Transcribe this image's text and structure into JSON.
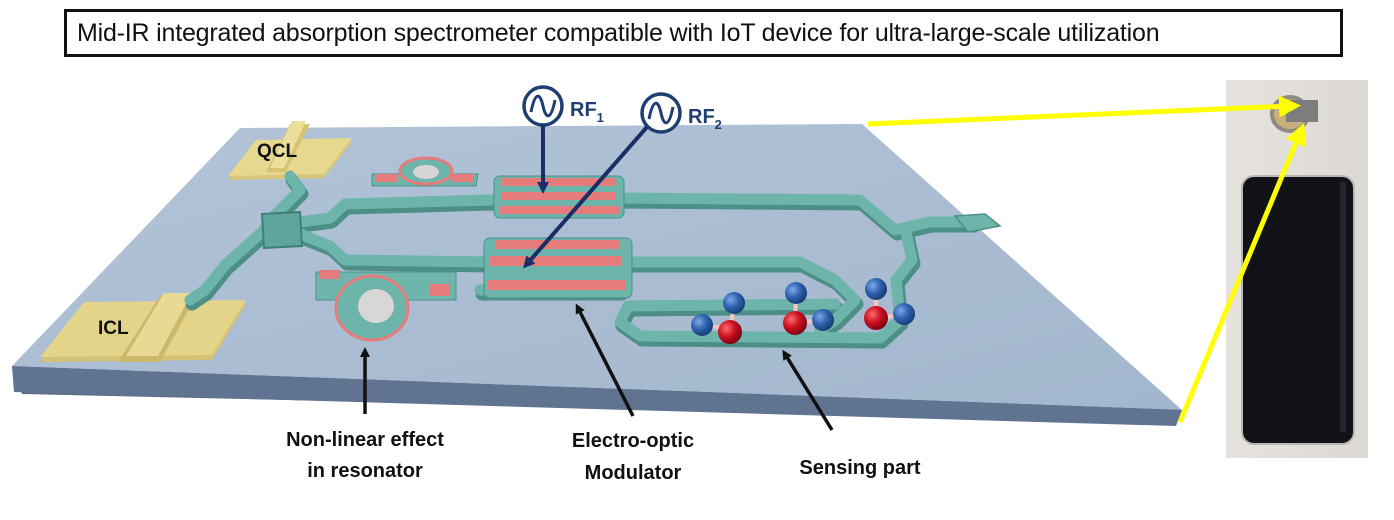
{
  "title": "Mid-IR integrated absorption spectrometer compatible with IoT device for ultra-large-scale utilization",
  "sources": {
    "qcl_label": "QCL",
    "icl_label": "ICL"
  },
  "rf_sources": [
    {
      "label": "RF",
      "subscript": "1",
      "icon": "sine-wave-source-icon"
    },
    {
      "label": "RF",
      "subscript": "2",
      "icon": "sine-wave-source-icon"
    }
  ],
  "annotations": {
    "resonator_line1": "Non-linear effect",
    "resonator_line2": "in resonator",
    "modulator_line1": "Electro-optic",
    "modulator_line2": "Modulator",
    "sensing": "Sensing part"
  },
  "molecules_count": 3,
  "colors": {
    "chip_top": "#a9bcd3",
    "chip_side": "#5e7189",
    "waveguide": "#6fb7ab",
    "electrode": "#e57b7b",
    "laser_pad": "#e3d48a",
    "rf_color": "#1f3e72",
    "highlight_arrow": "#ffff00",
    "atom_red": "#c8101a",
    "atom_blue": "#2e63b0"
  },
  "photo": {
    "description": "Phone with attached device"
  }
}
